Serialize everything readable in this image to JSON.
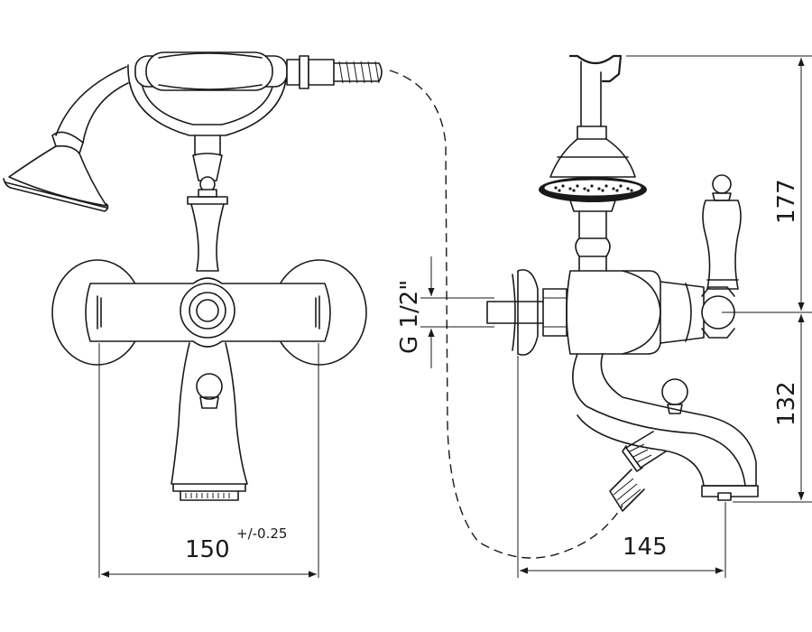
{
  "dimensions": {
    "width_label": "150",
    "width_tolerance": "+/-0.25",
    "depth_label": "145",
    "connection_label": "G 1/2\"",
    "upper_height_label": "177",
    "lower_height_label": "132"
  },
  "colors": {
    "line": "#1a1a1a",
    "background": "#ffffff"
  }
}
